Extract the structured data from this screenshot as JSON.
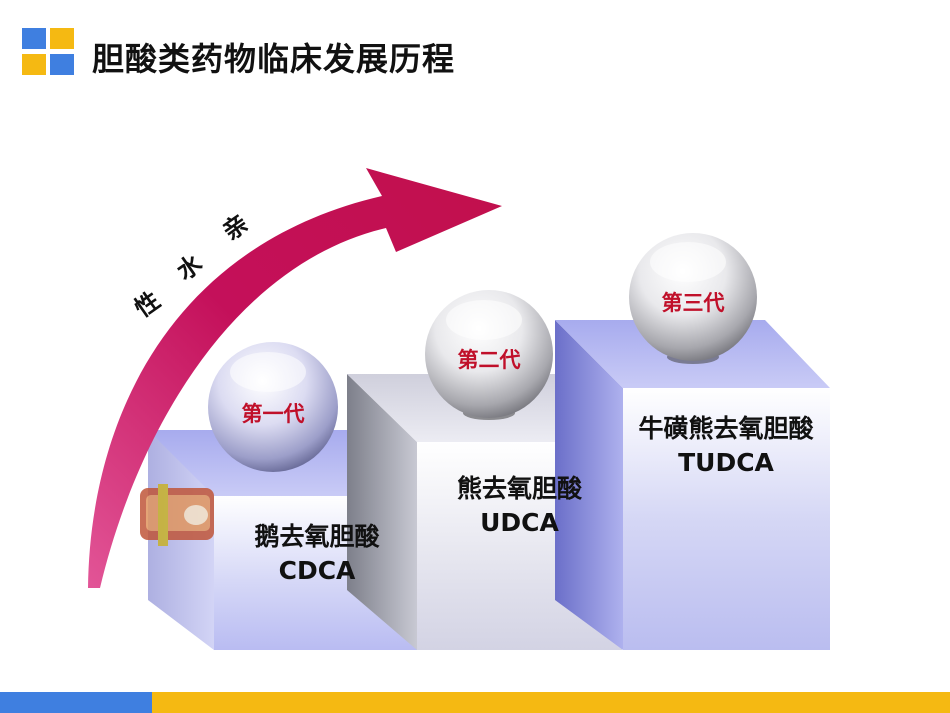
{
  "title": "胆酸类药物临床发展历程",
  "arrow_text": [
    "亲",
    "水",
    "性"
  ],
  "generations": [
    {
      "badge": "第一代",
      "name": "鹅去氧胆酸",
      "abbr": "CDCA"
    },
    {
      "badge": "第二代",
      "name": "熊去氧胆酸",
      "abbr": "UDCA"
    },
    {
      "badge": "第三代",
      "name": "牛磺熊去氧胆酸",
      "abbr": "TUDCA"
    }
  ],
  "colors": {
    "blue": "#3f7fe0",
    "yellow": "#f5b912",
    "arrow": "#c0104e",
    "badge_text": "#c0102a"
  }
}
